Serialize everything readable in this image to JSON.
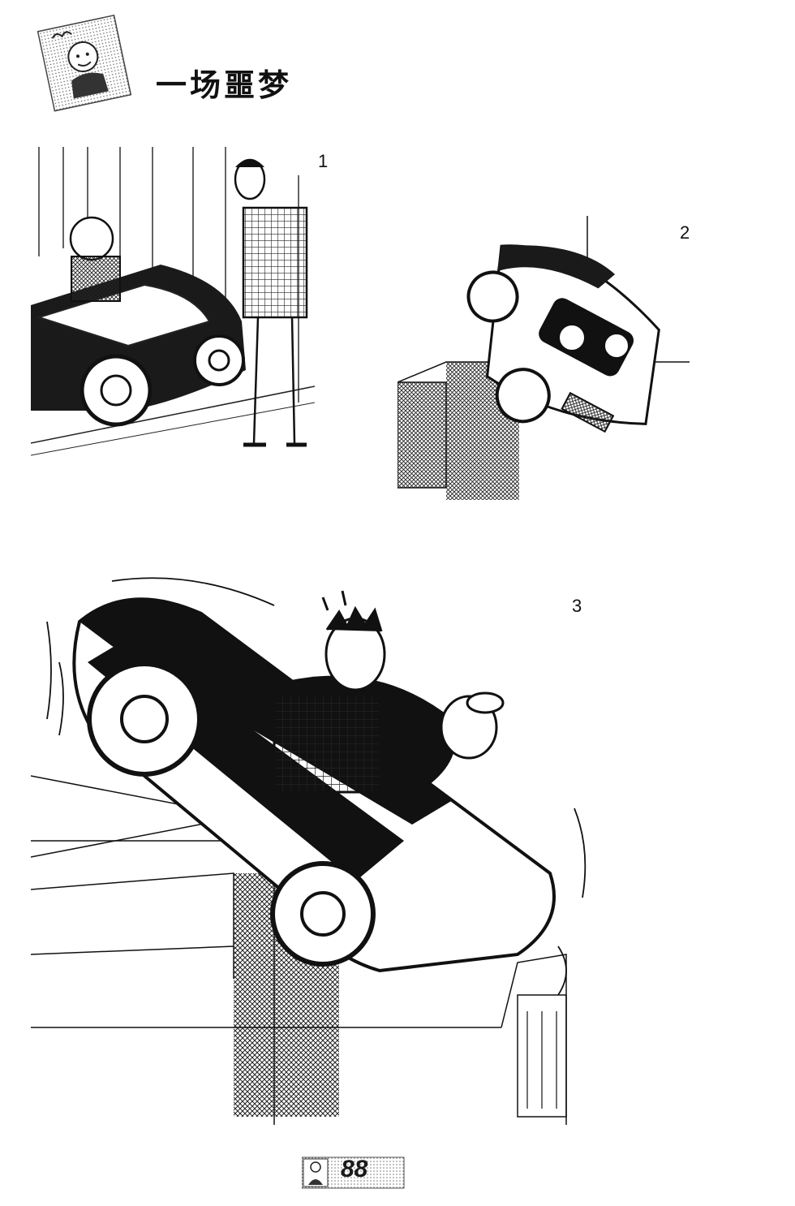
{
  "page": {
    "title": "一场噩梦",
    "page_number": "88"
  },
  "panels": [
    {
      "number": "1"
    },
    {
      "number": "2"
    },
    {
      "number": "3"
    }
  ]
}
